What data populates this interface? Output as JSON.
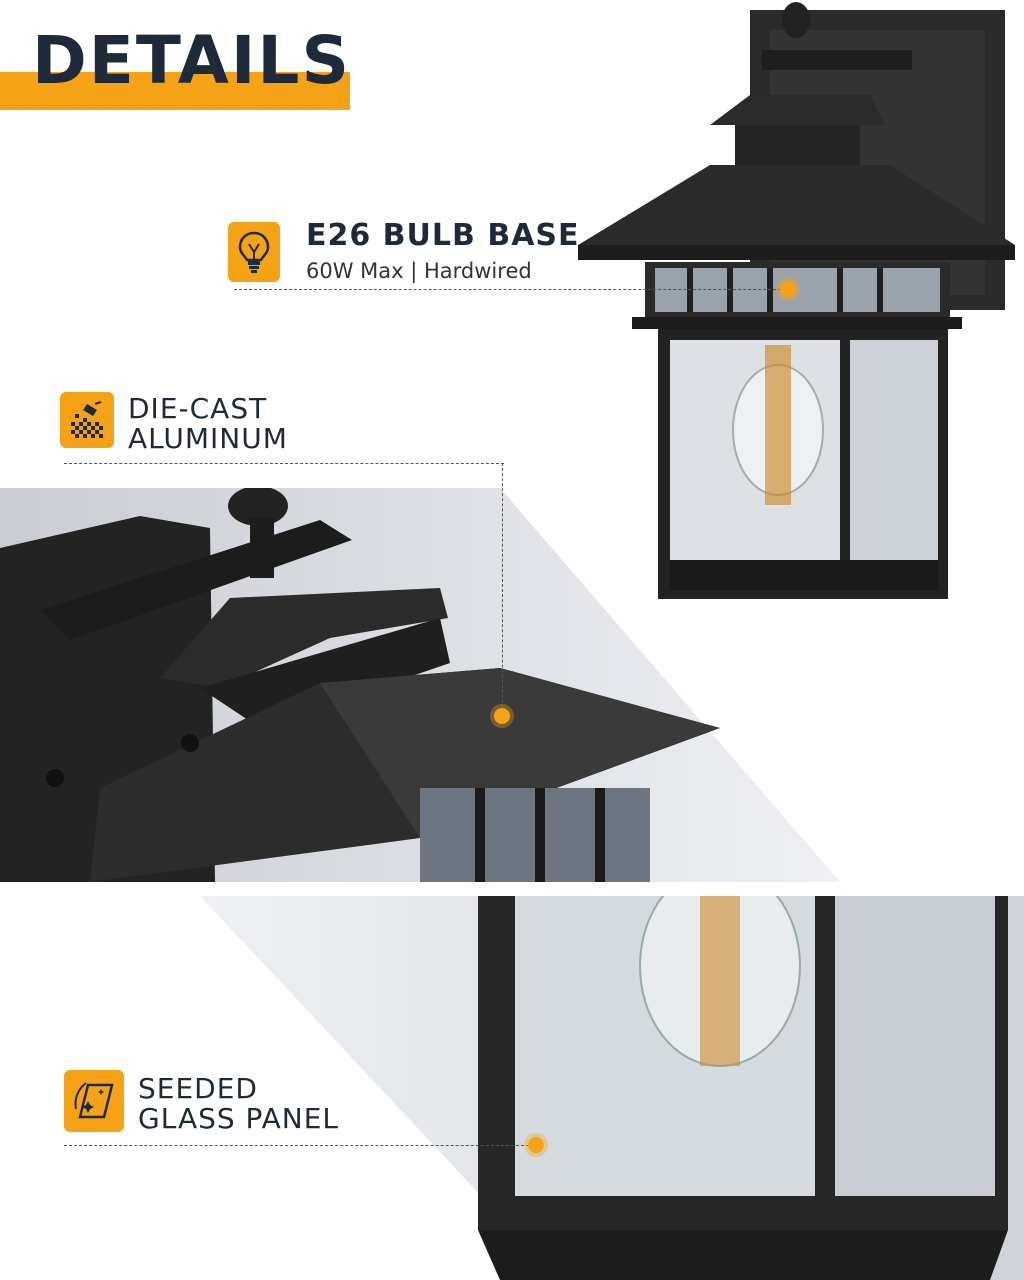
{
  "header": {
    "title": "DETAILS"
  },
  "features": {
    "bulb": {
      "title": "E26 BULB BASE",
      "subtitle": "60W Max | Hardwired",
      "icon": "bulb-icon"
    },
    "aluminum": {
      "title_line1": "DIE-CAST",
      "title_line2": "ALUMINUM",
      "icon": "die-cast-icon"
    },
    "glass": {
      "title_line1": "SEEDED",
      "title_line2": "GLASS PANEL",
      "icon": "glass-panel-icon"
    }
  },
  "colors": {
    "accent": "#f5a217",
    "text": "#1e2a3a",
    "fixture": "#2a2a2a"
  }
}
